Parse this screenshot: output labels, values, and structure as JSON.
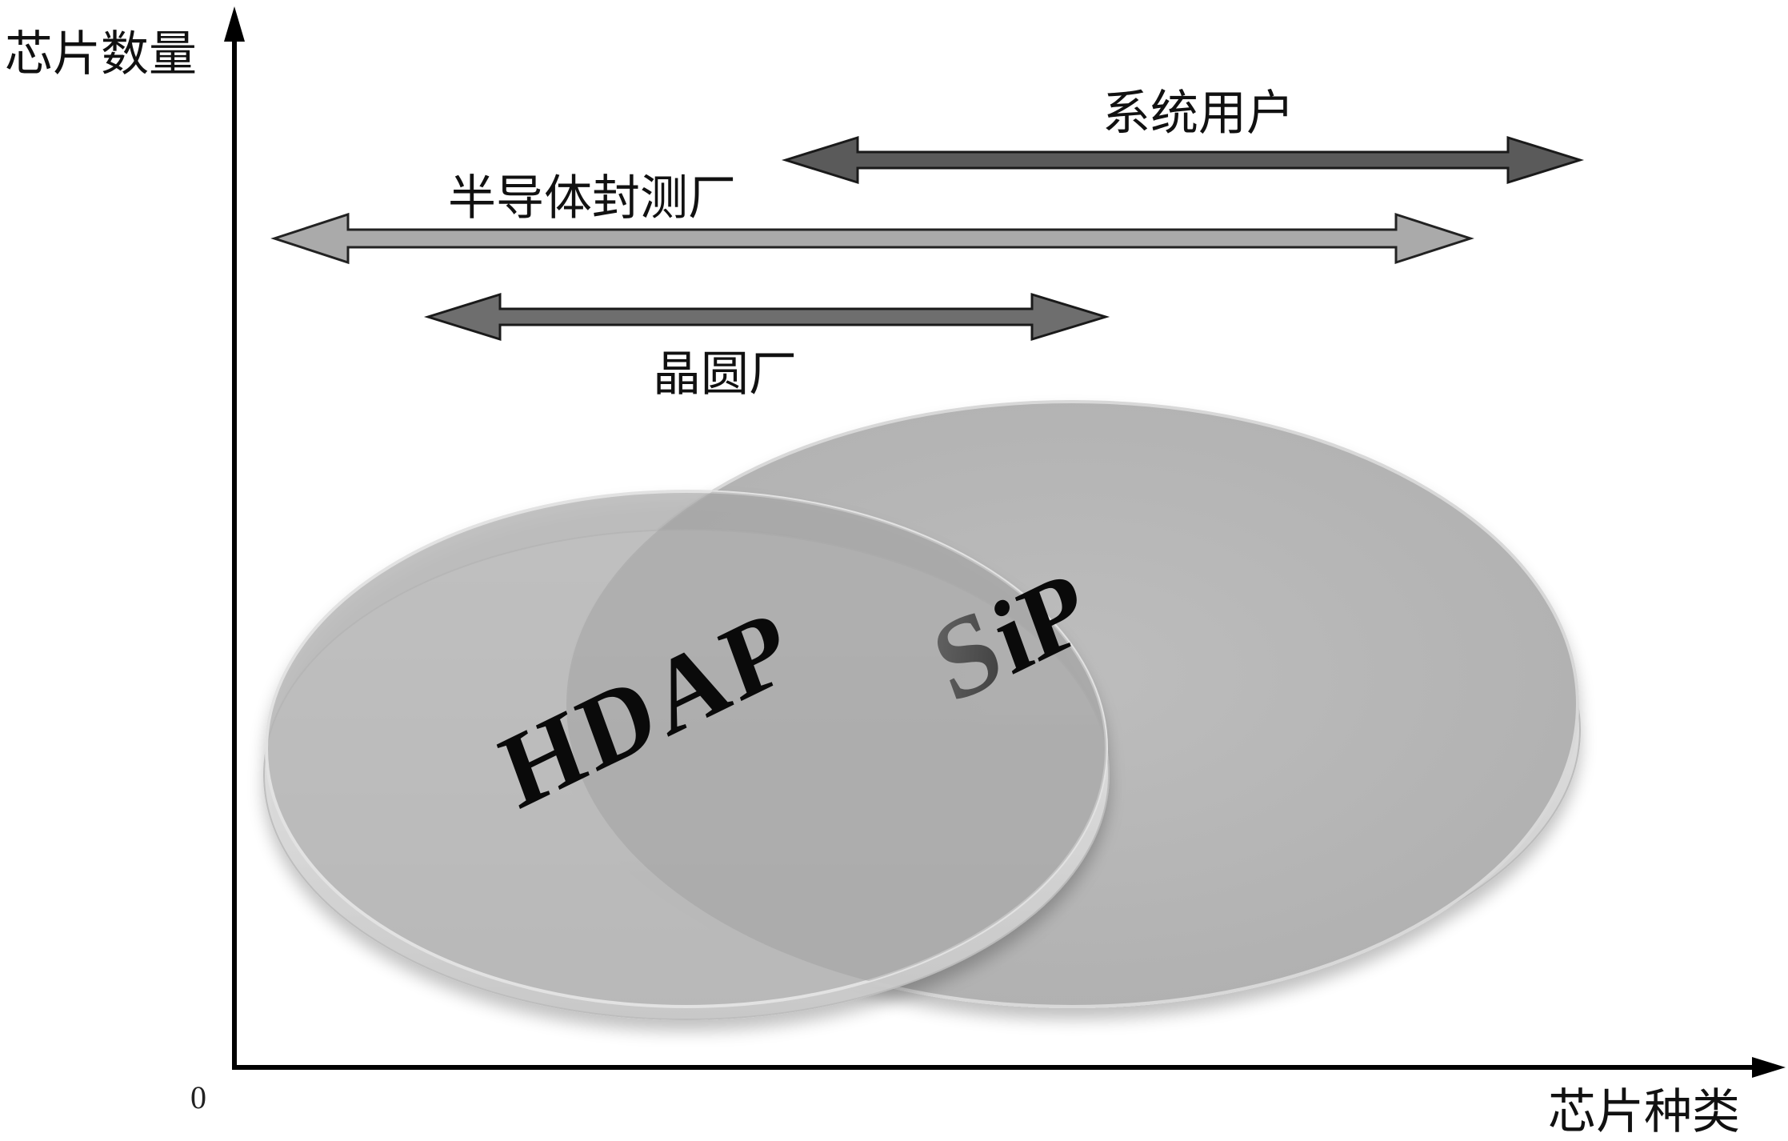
{
  "axes": {
    "y_label": "芯片数量",
    "x_label": "芯片种类",
    "origin": "0"
  },
  "arrows": [
    {
      "id": "system-users",
      "label": "系统用户",
      "color": "#5a5a5a"
    },
    {
      "id": "osat",
      "label": "半导体封测厂",
      "color": "#a9a9a9"
    },
    {
      "id": "foundry",
      "label": "晶圆厂",
      "color": "#6e6e6e"
    }
  ],
  "disks": {
    "left_label": "HDAP",
    "right_label": "SiP",
    "right_label_first": "S",
    "right_label_rest": "iP"
  }
}
